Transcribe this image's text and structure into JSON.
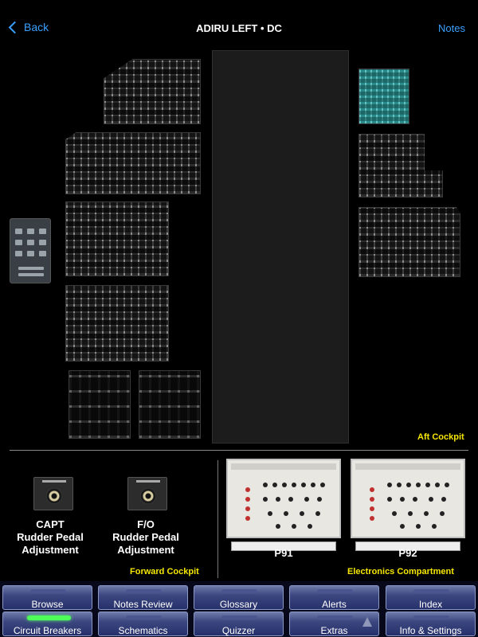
{
  "header": {
    "back_label": "Back",
    "title": "ADIRU LEFT • DC",
    "notes_label": "Notes"
  },
  "sections": {
    "aft": "Aft Cockpit",
    "forward": "Forward Cockpit",
    "electronics": "Electronics Compartment"
  },
  "forward_items": {
    "capt": "CAPT\nRudder Pedal\nAdjustment",
    "fo": "F/O\nRudder Pedal\nAdjustment"
  },
  "electronics_items": {
    "p91": "P91",
    "p92": "P92"
  },
  "tabs": {
    "row1": [
      "Browse",
      "Notes Review",
      "Glossary",
      "Alerts",
      "Index"
    ],
    "row2": [
      "Circuit Breakers",
      "Schematics",
      "Quizzer",
      "Extras",
      "Info & Settings"
    ],
    "active": "Circuit Breakers"
  },
  "colors": {
    "accent": "#3aa0ff",
    "section_label": "#f5e600",
    "highlight_panel": "#2a8a8a",
    "active_tab_indicator": "#4dff58"
  }
}
